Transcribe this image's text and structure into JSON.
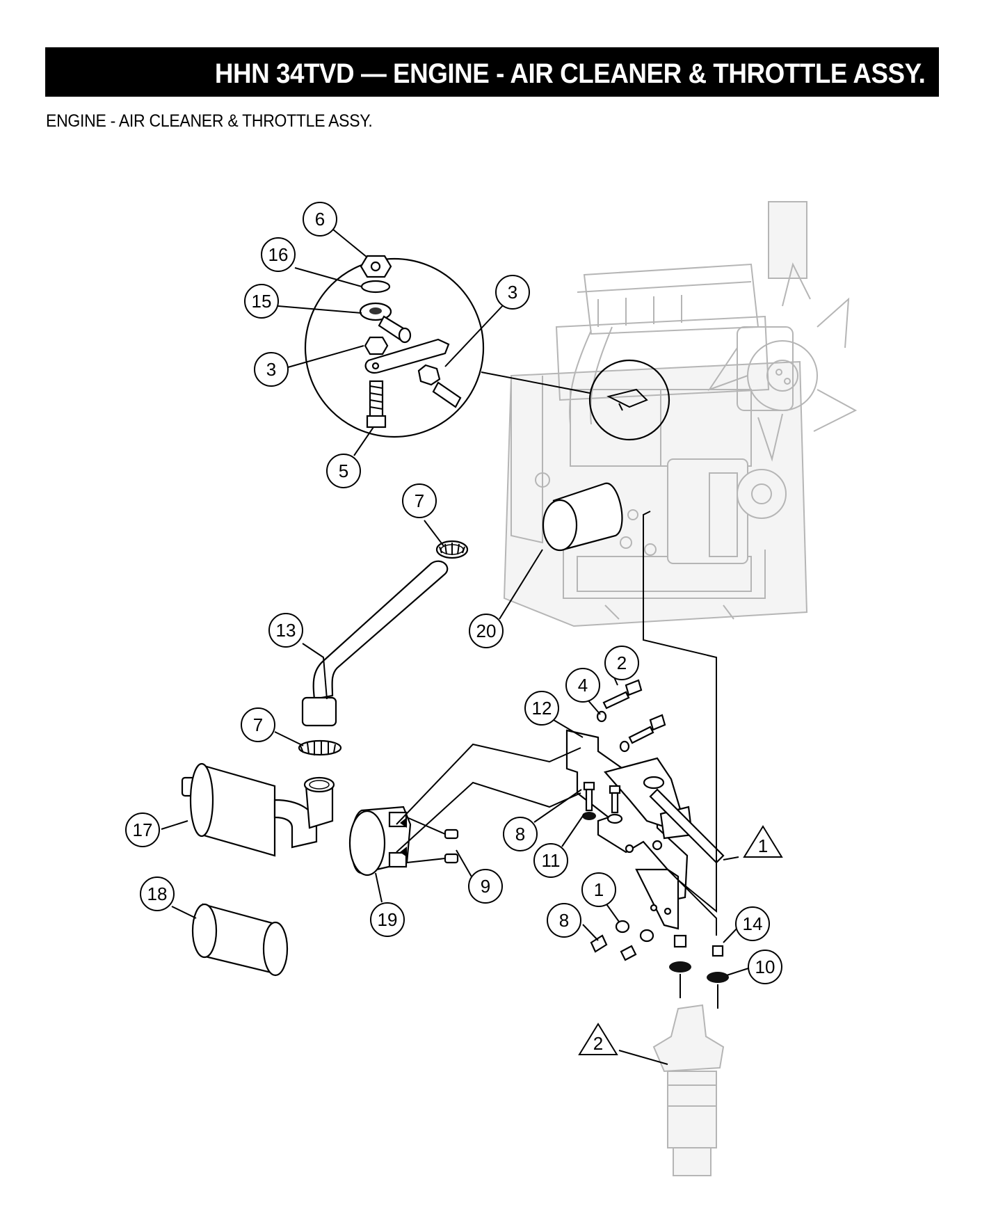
{
  "header": {
    "title": "HHN 34TVD — ENGINE - AIR CLEANER & THROTTLE  ASSY.",
    "subtitle": "ENGINE - AIR CLEANER & THROTTLE ASSY."
  },
  "callouts": [
    {
      "id": "c6",
      "label": "6"
    },
    {
      "id": "c16",
      "label": "16"
    },
    {
      "id": "c15",
      "label": "15"
    },
    {
      "id": "c3a",
      "label": "3"
    },
    {
      "id": "c3b",
      "label": "3"
    },
    {
      "id": "c5",
      "label": "5"
    },
    {
      "id": "c7a",
      "label": "7"
    },
    {
      "id": "c20",
      "label": "20"
    },
    {
      "id": "c13",
      "label": "13"
    },
    {
      "id": "c7b",
      "label": "7"
    },
    {
      "id": "c2",
      "label": "2"
    },
    {
      "id": "c4",
      "label": "4"
    },
    {
      "id": "c12",
      "label": "12"
    },
    {
      "id": "c17",
      "label": "17"
    },
    {
      "id": "c18",
      "label": "18"
    },
    {
      "id": "c19",
      "label": "19"
    },
    {
      "id": "c8a",
      "label": "8"
    },
    {
      "id": "c11",
      "label": "11"
    },
    {
      "id": "c9",
      "label": "9"
    },
    {
      "id": "c1",
      "label": "1"
    },
    {
      "id": "c8b",
      "label": "8"
    },
    {
      "id": "c14",
      "label": "14"
    },
    {
      "id": "c10",
      "label": "10"
    }
  ],
  "notes": [
    {
      "id": "n1",
      "label": "1"
    },
    {
      "id": "n2",
      "label": "2"
    }
  ]
}
